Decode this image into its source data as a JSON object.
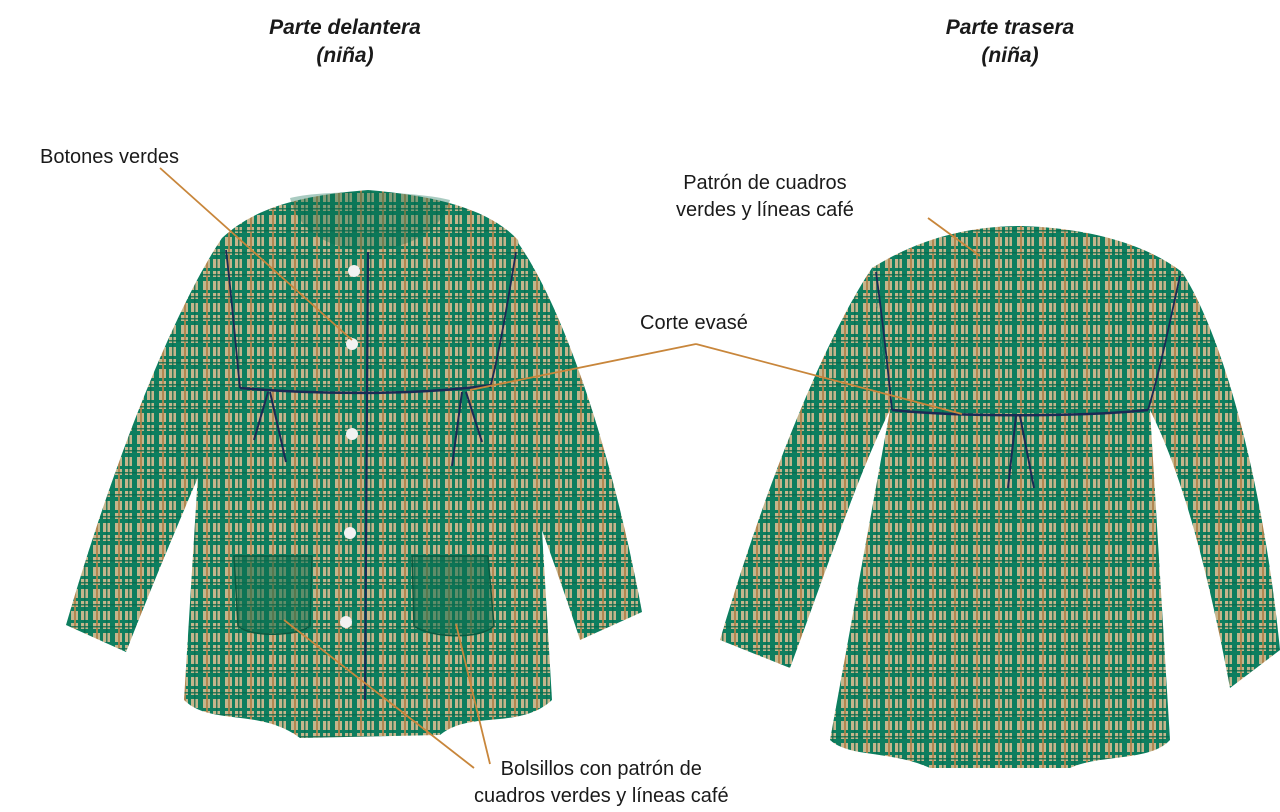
{
  "titles": {
    "front": {
      "line1": "Parte delantera",
      "line2": "(niña)"
    },
    "back": {
      "line1": "Parte trasera",
      "line2": "(niña)"
    }
  },
  "labels": {
    "buttons": "Botones verdes",
    "pattern": {
      "line1": "Patrón de cuadros",
      "line2": "verdes y líneas café"
    },
    "cut": "Corte evasé",
    "pockets": {
      "line1": "Bolsillos con patrón de",
      "line2": "cuadros verdes y líneas café"
    }
  },
  "colors": {
    "fabric_base": "#c4b58c",
    "check_green": "#0e7e5f",
    "stripe_brown": "#b0824a",
    "dark_green": "#0a6a4c",
    "seam_navy": "#1b2a55",
    "button_white": "#f2f2f2",
    "leader_line": "#c8863b",
    "pocket_fill": "#0c6b4d"
  }
}
